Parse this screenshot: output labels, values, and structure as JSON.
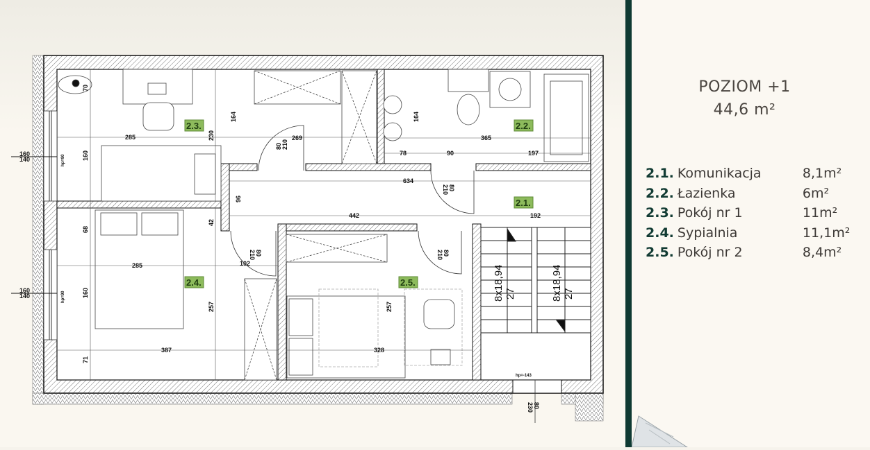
{
  "panel": {
    "level": "POZIOM +1",
    "total_area": "44,6 m²",
    "rooms": [
      {
        "num": "2.1.",
        "name": "Komunikacja",
        "area": "8,1m²"
      },
      {
        "num": "2.2.",
        "name": "Łazienka",
        "area": "6m²"
      },
      {
        "num": "2.3.",
        "name": "Pokój nr 1",
        "area": "11m²"
      },
      {
        "num": "2.4.",
        "name": "Sypialnia",
        "area": "11,1m²"
      },
      {
        "num": "2.5.",
        "name": "Pokój nr 2",
        "area": "8,4m²"
      }
    ]
  },
  "plan": {
    "room_labels": [
      "2.3.",
      "2.2.",
      "2.1.",
      "2.4.",
      "2.5."
    ],
    "dims": [
      "70",
      "160",
      "285",
      "230",
      "164",
      "269",
      "164",
      "365",
      "78",
      "90",
      "197",
      "634",
      "96",
      "442",
      "192",
      "68",
      "42",
      "285",
      "102",
      "160",
      "257",
      "387",
      "71",
      "328",
      "257"
    ],
    "doors": [
      {
        "w": "80",
        "h": "210"
      },
      {
        "w": "80",
        "h": "210"
      },
      {
        "w": "80",
        "h": "210"
      },
      {
        "w": "80",
        "h": "210"
      },
      {
        "w": "80",
        "h": "230"
      }
    ],
    "windows": [
      {
        "w": "160",
        "h": "140",
        "hp": "hp=90"
      },
      {
        "w": "160",
        "h": "140",
        "hp": "hp=90"
      }
    ],
    "stairs": [
      {
        "steps": "8x18,94",
        "depth": "27"
      },
      {
        "steps": "8x18,94",
        "depth": "27"
      }
    ],
    "entry_hp": "hp=-143"
  },
  "colors": {
    "accent": "#0f3a33",
    "room_label": "#8dbb5c"
  }
}
